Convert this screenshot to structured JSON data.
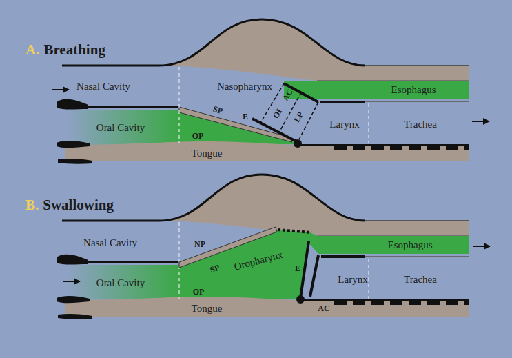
{
  "diagram": {
    "labels": [
      "A.",
      "Breathing",
      "Nasal Cavity",
      "Nasopharynx",
      "Oral Cavity",
      "OP",
      "SP",
      "E",
      "OI",
      "AC",
      "LP",
      "Larynx",
      "Esophagus",
      "Trachea",
      "Tongue",
      "B.",
      "Swallowing",
      "Nasal Cavity",
      "NP",
      "SP",
      "Oropharynx",
      "Oral Cavity",
      "OP",
      "E",
      "AC",
      "Esophagus",
      "Larynx",
      "Trachea",
      "Tongue"
    ]
  }
}
